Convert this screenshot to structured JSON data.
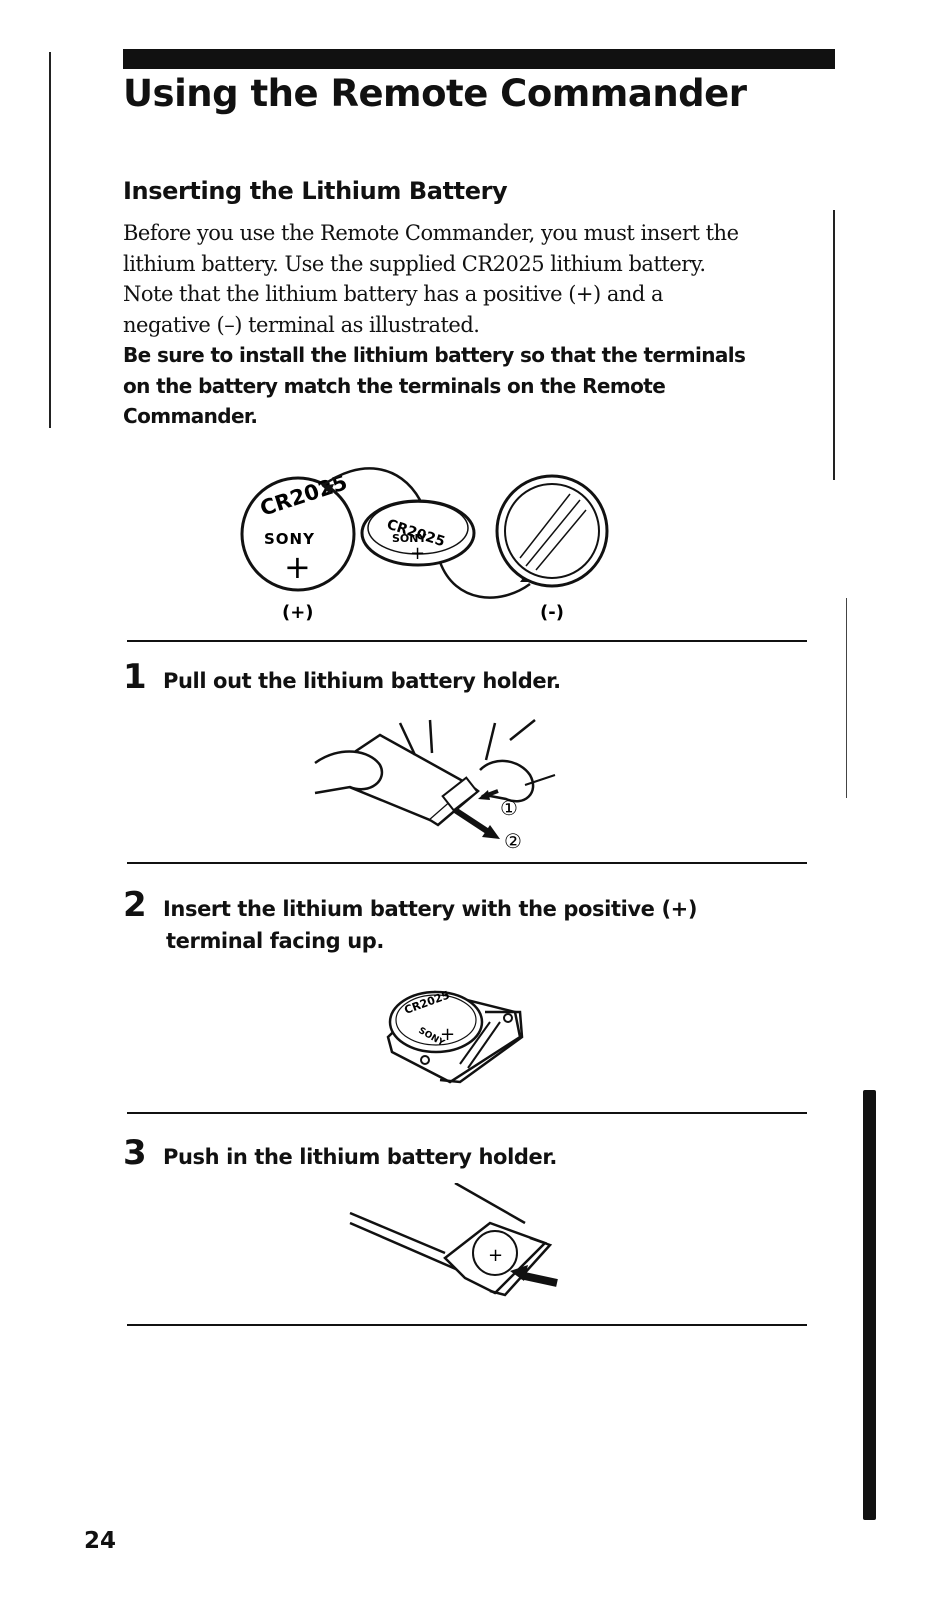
{
  "page": {
    "title": "Using the Remote Commander",
    "section_heading": "Inserting  the Lithium Battery",
    "intro_lines": [
      "Before you use the Remote Commander, you must insert the",
      "lithium battery. Use the supplied CR2025 lithium battery.",
      "Note that the lithium battery has a positive (+) and a",
      "negative (–) terminal as illustrated."
    ],
    "warning_lines": [
      "Be sure to install the lithium battery so that the terminals",
      "on the battery match the terminals on the Remote",
      "Commander."
    ],
    "page_number": "24"
  },
  "battery_figure": {
    "model": "CR2025",
    "brand": "SONY",
    "positive_label": "(+)",
    "negative_label": "(-)",
    "plus_symbol": "+"
  },
  "steps": [
    {
      "number": "1",
      "text": "Pull out the lithium battery holder.",
      "callouts": [
        "①",
        "②"
      ]
    },
    {
      "number": "2",
      "text_line1": "Insert the lithium battery with the positive (+)",
      "text_line2": "terminal facing up."
    },
    {
      "number": "3",
      "text": "Push in the lithium battery holder."
    }
  ]
}
